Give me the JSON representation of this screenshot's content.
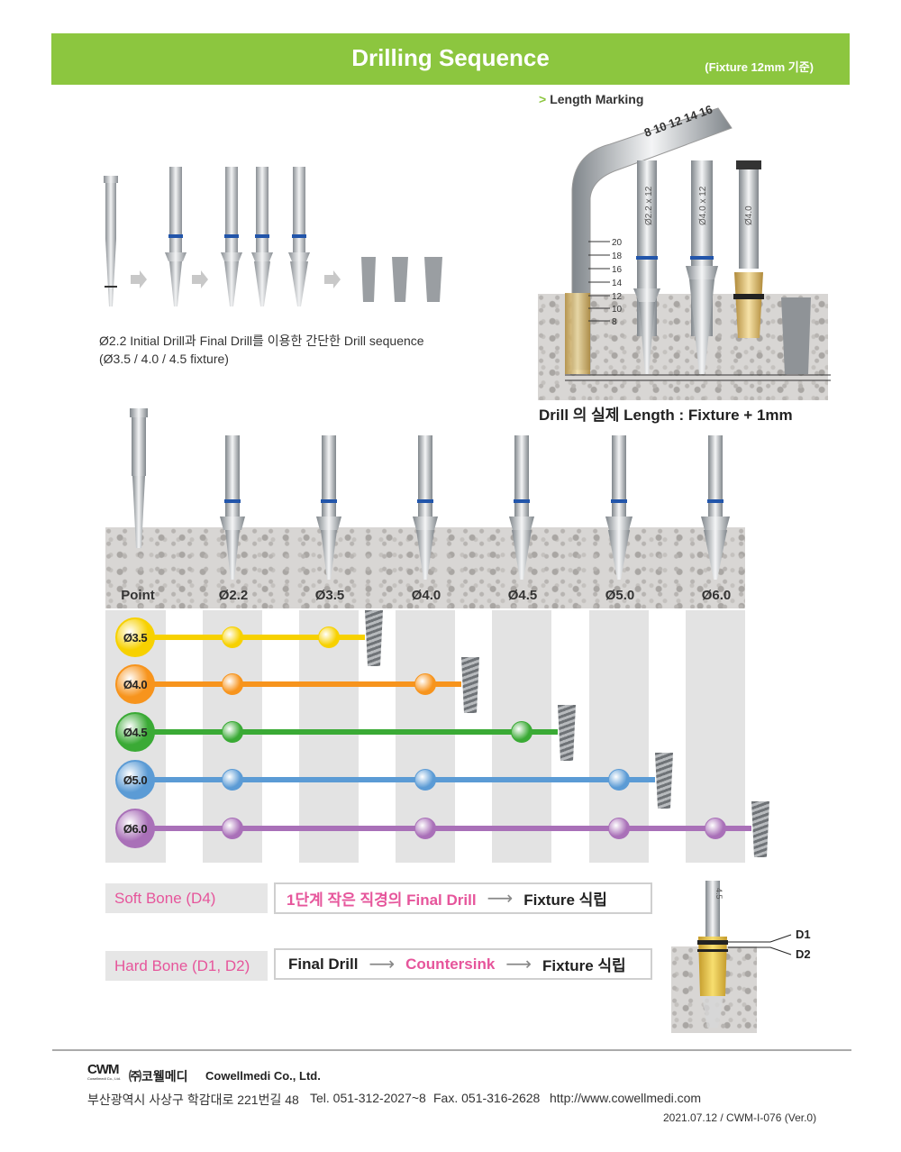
{
  "header": {
    "title": "Drilling Sequence",
    "subtitle": "(Fixture 12mm 기준)"
  },
  "top_left": {
    "caption_line1": "Ø2.2 Initial Drill과 Final Drill를 이용한 간단한 Drill sequence",
    "caption_line2": "(Ø3.5 / 4.0 / 4.5 fixture)"
  },
  "length_marking": {
    "title": "Length Marking",
    "probe_text": "8 10 12 14 16",
    "ticks": [
      "20",
      "18",
      "16",
      "14",
      "12",
      "10",
      "8"
    ],
    "drill_labels": [
      "Ø2.2 x 12",
      "Ø4.0 x 12",
      "Ø4.0"
    ],
    "caption": "Drill 의 실제 Length :  Fixture + 1mm"
  },
  "drill_row": {
    "labels": [
      "Point",
      "Ø2.2",
      "Ø3.5",
      "Ø4.0",
      "Ø4.5",
      "Ø5.0",
      "Ø6.0"
    ]
  },
  "sequence": {
    "rows": [
      {
        "label": "Ø3.5",
        "color": "#f7d100",
        "dots": [
          1,
          2
        ],
        "end": 2
      },
      {
        "label": "Ø4.0",
        "color": "#f7941d",
        "dots": [
          1,
          3
        ],
        "end": 3
      },
      {
        "label": "Ø4.5",
        "color": "#3aaa35",
        "dots": [
          1,
          4
        ],
        "end": 4
      },
      {
        "label": "Ø5.0",
        "color": "#5b9bd5",
        "dots": [
          1,
          3,
          5
        ],
        "end": 5
      },
      {
        "label": "Ø6.0",
        "color": "#a970b8",
        "dots": [
          1,
          3,
          5,
          6
        ],
        "end": 6
      }
    ]
  },
  "bone_protocols": {
    "soft": {
      "label": "Soft Bone (D4)",
      "step1": "1단계 작은 직경의 Final Drill",
      "step2": "Fixture 식립"
    },
    "hard": {
      "label": "Hard Bone (D1, D2)",
      "step1": "Final Drill",
      "step2": "Countersink",
      "step3": "Fixture 식립"
    },
    "arrow": "⟶",
    "d1": "D1",
    "d2": "D2",
    "countersink_label": "4.5"
  },
  "footer": {
    "logo": "CWM",
    "logo_sub": "Cowellmedi Co., Ltd.",
    "company_kr": "㈜코웰메디",
    "company_en": "Cowellmedi Co., Ltd.",
    "address": "부산광역시 사상구 학감대로 221번길 48",
    "tel": "Tel. 051-312-2027~8",
    "fax": "Fax. 051-316-2628",
    "url": "http://www.cowellmedi.com",
    "doc_id": "2021.07.12 / CWM-I-076 (Ver.0)"
  }
}
